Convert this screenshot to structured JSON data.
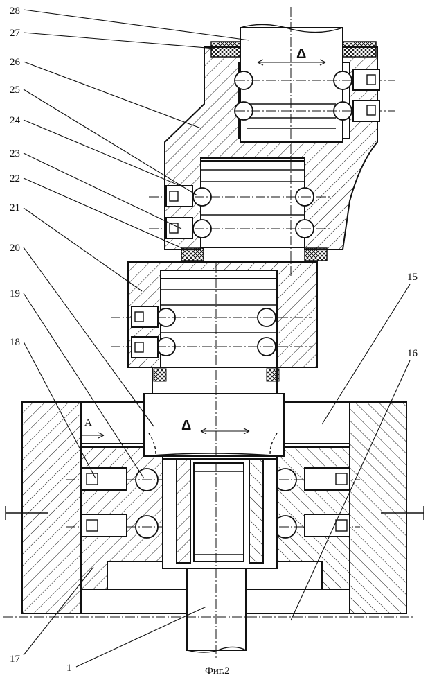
{
  "figure": {
    "caption": "Фиг.2",
    "labels": [
      {
        "id": "l28",
        "text": "28"
      },
      {
        "id": "l27",
        "text": "27"
      },
      {
        "id": "l26",
        "text": "26"
      },
      {
        "id": "l25",
        "text": "25"
      },
      {
        "id": "l24",
        "text": "24"
      },
      {
        "id": "l23",
        "text": "23"
      },
      {
        "id": "l22",
        "text": "22"
      },
      {
        "id": "l21",
        "text": "21"
      },
      {
        "id": "l20",
        "text": "20"
      },
      {
        "id": "l19",
        "text": "19"
      },
      {
        "id": "l18",
        "text": "18"
      },
      {
        "id": "l17",
        "text": "17"
      },
      {
        "id": "l16",
        "text": "16"
      },
      {
        "id": "l15",
        "text": "15"
      },
      {
        "id": "l1",
        "text": "1"
      }
    ],
    "view_marker": "A",
    "clearance_symbol_top": "Δ",
    "clearance_symbol_bottom": "Δ"
  }
}
